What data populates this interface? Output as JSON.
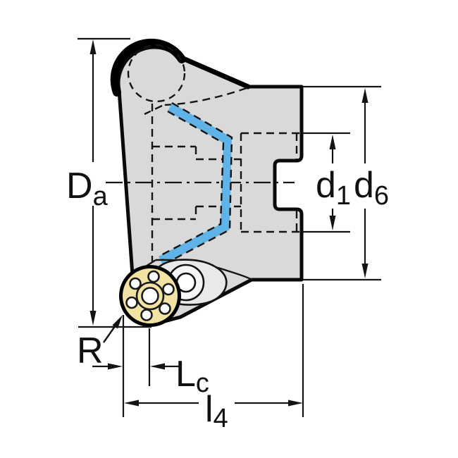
{
  "figure": {
    "type": "technical-drawing",
    "subject": "Indexable round-insert face milling cutter, side elevation with dimension callouts"
  },
  "colors": {
    "body_fill": "#d9d9d9",
    "flute_highlight": "#5fb3e6",
    "insert_fill": "#f2e2a3",
    "clamp_fill": "#e9e9e9",
    "outline": "#000000",
    "label_text": "#111111",
    "background": "#ffffff"
  },
  "labels": {
    "da": {
      "main": "D",
      "sub": "a"
    },
    "d1": {
      "main": "d",
      "sub": "1"
    },
    "d6": {
      "main": "d",
      "sub": "6"
    },
    "r": {
      "main": "R",
      "sub": ""
    },
    "lc": {
      "main": "L",
      "sub": "c"
    },
    "l4": {
      "main": "l",
      "sub": "4"
    }
  }
}
